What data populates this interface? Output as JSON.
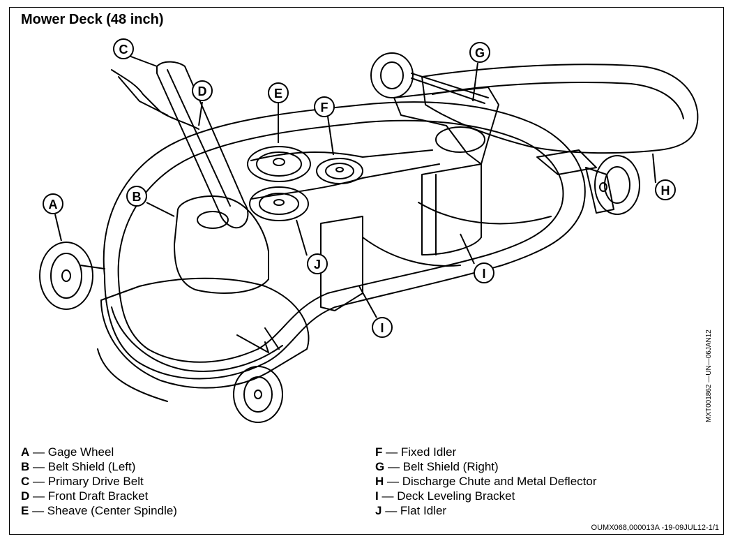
{
  "title": "Mower Deck (48 inch)",
  "callouts": [
    "A",
    "B",
    "C",
    "D",
    "E",
    "F",
    "G",
    "H",
    "I",
    "I",
    "J"
  ],
  "legend_left": [
    {
      "key": "A",
      "sep": " — ",
      "label": "Gage Wheel"
    },
    {
      "key": "B",
      "sep": " — ",
      "label": "Belt Shield (Left)"
    },
    {
      "key": "C",
      "sep": " — ",
      "label": "Primary Drive Belt"
    },
    {
      "key": "D",
      "sep": " — ",
      "label": "Front Draft Bracket"
    },
    {
      "key": "E",
      "sep": " — ",
      "label": "Sheave (Center Spindle)"
    }
  ],
  "legend_right": [
    {
      "key": "F",
      "sep": " — ",
      "label": "Fixed Idler"
    },
    {
      "key": "G",
      "sep": " — ",
      "label": "Belt Shield (Right)"
    },
    {
      "key": "H",
      "sep": " — ",
      "label": "Discharge Chute and Metal Deflector"
    },
    {
      "key": "I",
      "sep": " — ",
      "label": "Deck Leveling Bracket"
    },
    {
      "key": "J",
      "sep": " — ",
      "label": "Flat Idler"
    }
  ],
  "figure_id": "MXT001862 —UN—06JAN12",
  "doc_ref": "OUMX068,000013A -19-09JUL12-1/1"
}
